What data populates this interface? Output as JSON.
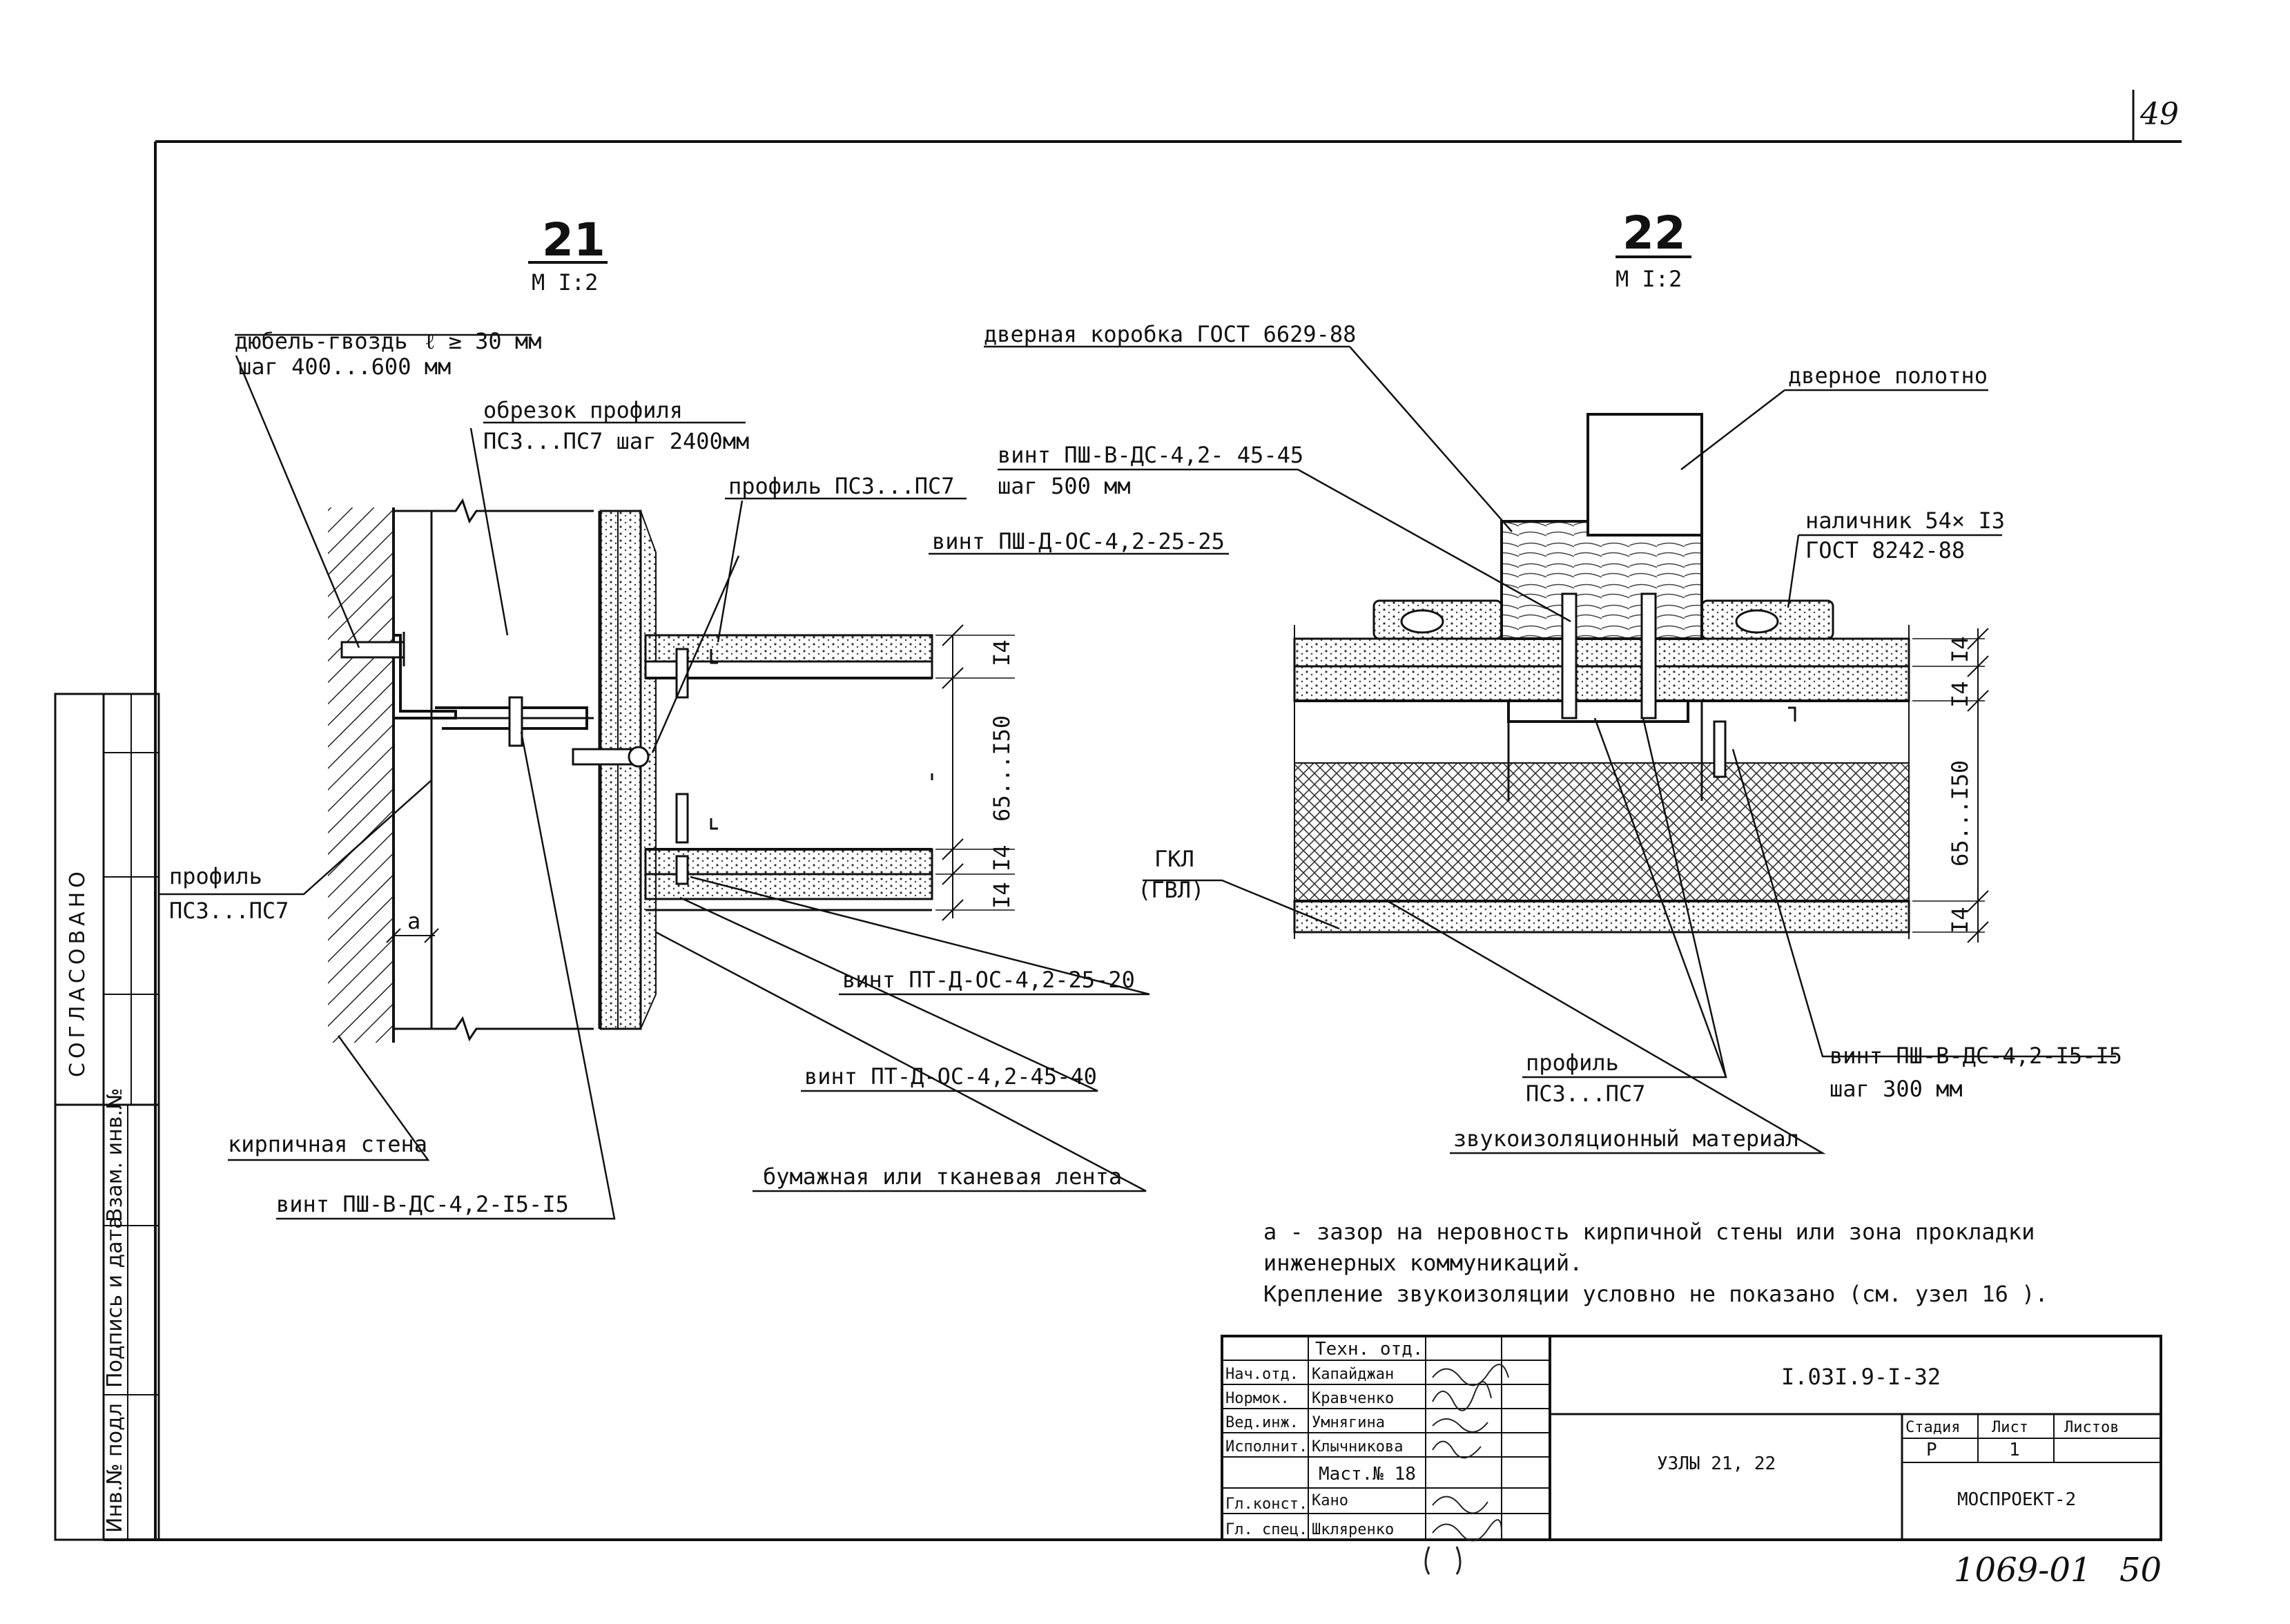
{
  "sheet": {
    "page_number": "49",
    "bottom_number": "1069-01",
    "bottom_page": "50"
  },
  "side_stamp": {
    "agreed": "СОГЛАСОВАНО",
    "inv_no": "Инв.№ подл",
    "sign_date": "Подпись и дата",
    "replace_inv": "Взам. инв.№"
  },
  "detail21": {
    "title": "21",
    "scale": "М I:2",
    "labels": {
      "dowel_1": "дюбель-гвоздь",
      "dowel_2": "ℓ ≥ 30 мм",
      "dowel_3": "шаг 400...600 мм",
      "cut_1": "обрезок профиля",
      "cut_2": "ПСЗ...ПС7 шаг 2400мм",
      "profile_top": "профиль ПСЗ...ПС7",
      "screw_od": "винт ПШ-Д-ОС-4,2-25-25",
      "profile_left_1": "профиль",
      "profile_left_2": "ПСЗ...ПС7",
      "brick": "кирпичная стена",
      "screw_bd": "винт ПШ-В-ДС-4,2-I5-I5",
      "screw_pt20": "винт ПТ-Д-ОС-4,2-25-20",
      "screw_pt40": "винт ПТ-Д-ОС-4,2-45-40",
      "tape": "бумажная или тканевая лента",
      "gap": "а"
    },
    "dims": {
      "d1": "I4",
      "d2": "65...I50",
      "d3": "I4",
      "d4": "I4"
    }
  },
  "detail22": {
    "title": "22",
    "scale": "М I:2",
    "labels": {
      "frame": "дверная коробка ГОСТ 6629-88",
      "door": "дверное полотно",
      "screw45_1": "винт ПШ-В-ДС-4,2- 45-45",
      "screw45_2": "шаг 500 мм",
      "trim_1": "наличник 54× I3",
      "trim_2": "ГОСТ 8242-88",
      "gkl_1": "ГКЛ",
      "gkl_2": "(ГВЛ)",
      "profile_1": "профиль",
      "profile_2": "ПСЗ...ПС7",
      "screw15_1": "винт ПШ-В-ДС-4,2-I5-I5",
      "screw15_2": "шаг 300 мм",
      "insulation": "звукоизоляционный материал"
    },
    "dims": {
      "d1": "I4",
      "d2": "I4",
      "d3": "65...I50",
      "d4": "I4"
    }
  },
  "notes": {
    "line1": "а - зазор на неровность кирпичной стены или зона прокладки",
    "line2": "инженерных коммуникаций.",
    "line3": "Крепление звукоизоляции условно не показано (см. узел 16 )."
  },
  "title_block": {
    "doc_code": "I.03I.9-I-32",
    "title": "УЗЛЫ 21, 22",
    "org": "МОСПРОЕКТ-2",
    "stage_h": "Стадия",
    "sheet_h": "Лист",
    "sheets_h": "Листов",
    "stage": "Р",
    "sheet": "1",
    "rows": [
      {
        "role": "",
        "name": "Техн. отд."
      },
      {
        "role": "Нач.отд.",
        "name": "Капайджан"
      },
      {
        "role": "Нормок.",
        "name": "Кравченко"
      },
      {
        "role": "Вед.инж.",
        "name": "Умнягина"
      },
      {
        "role": "Исполнит.",
        "name": "Клычникова"
      },
      {
        "role": "",
        "name": "Маст.№ 18"
      },
      {
        "role": "Гл.конст.",
        "name": "Кано"
      },
      {
        "role": "Гл. спец.",
        "name": "Шкляренко"
      }
    ]
  }
}
